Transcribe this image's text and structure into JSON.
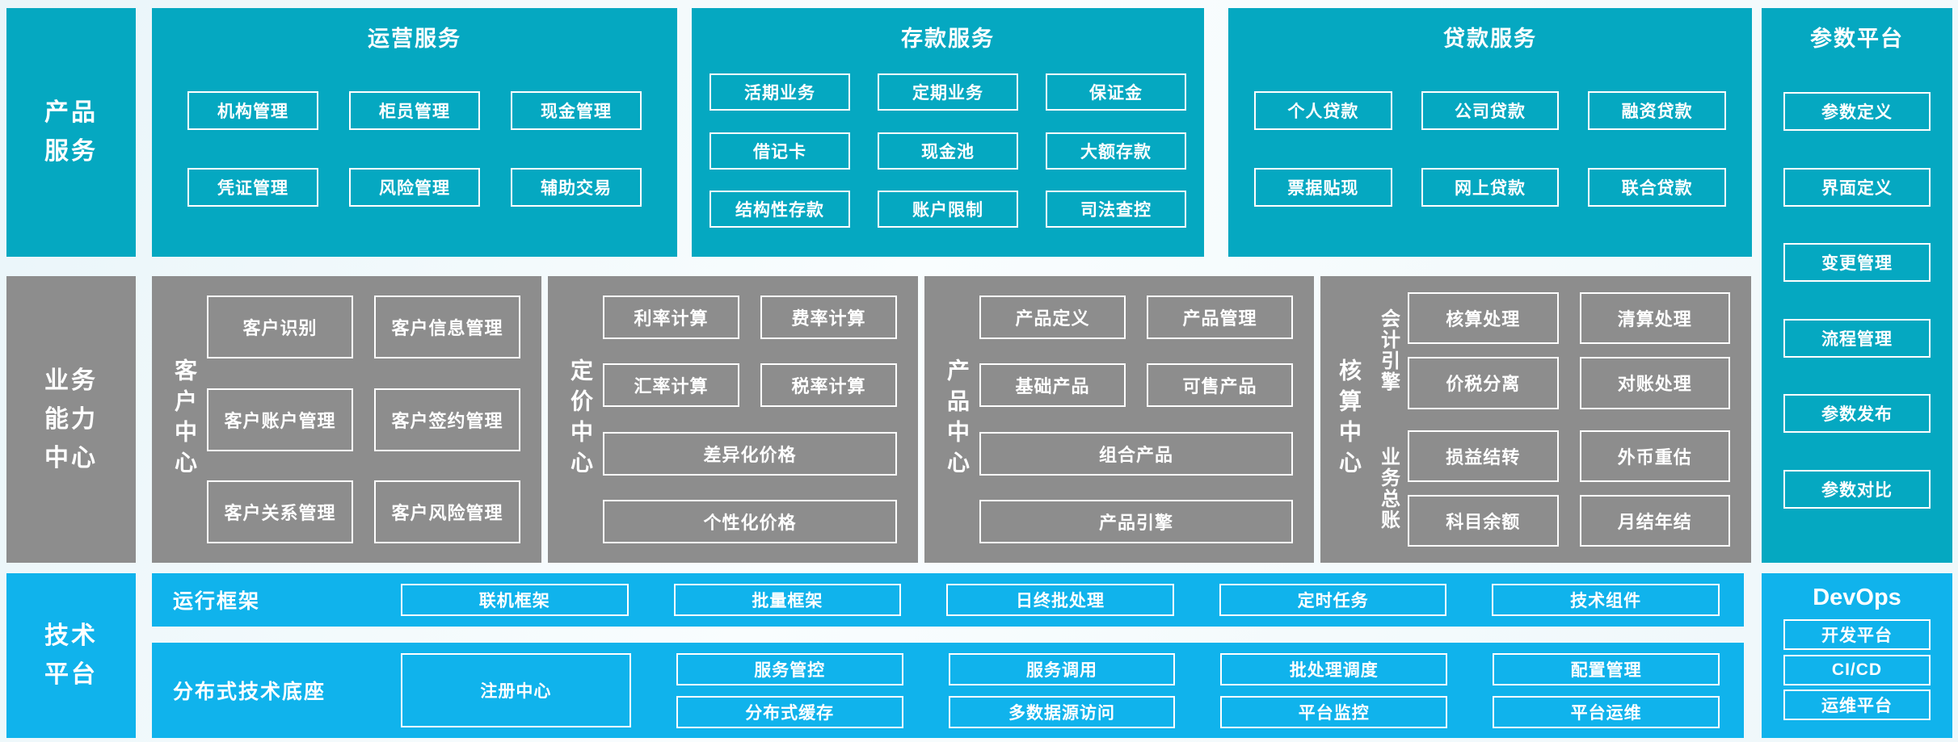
{
  "colors": {
    "teal": "#05a8c1",
    "gray": "#8d8d8d",
    "blue": "#10b3ec",
    "box_border": "#ffffff"
  },
  "product_services": {
    "label_lines": [
      "产品",
      "服务"
    ],
    "sections": [
      {
        "title": "运营服务",
        "rows": [
          [
            "机构管理",
            "柜员管理",
            "现金管理"
          ],
          [
            "凭证管理",
            "风险管理",
            "辅助交易"
          ]
        ]
      },
      {
        "title": "存款服务",
        "rows": [
          [
            "活期业务",
            "定期业务",
            "保证金"
          ],
          [
            "借记卡",
            "现金池",
            "大额存款"
          ],
          [
            "结构性存款",
            "账户限制",
            "司法查控"
          ]
        ]
      },
      {
        "title": "贷款服务",
        "rows": [
          [
            "个人贷款",
            "公司贷款",
            "融资贷款"
          ],
          [
            "票据贴现",
            "网上贷款",
            "联合贷款"
          ]
        ]
      }
    ]
  },
  "parameter_platform": {
    "title": "参数平台",
    "items": [
      "参数定义",
      "界面定义",
      "变更管理",
      "流程管理",
      "参数发布",
      "参数对比"
    ]
  },
  "business_capability": {
    "label_lines": [
      "业务",
      "能力",
      "中心"
    ],
    "centers": [
      {
        "label": "客户中心",
        "pairs": [
          [
            "客户识别",
            "客户信息管理"
          ],
          [
            "客户账户管理",
            "客户签约管理"
          ],
          [
            "客户关系管理",
            "客户风险管理"
          ]
        ]
      },
      {
        "label": "定价中心",
        "pairs": [
          [
            "利率计算",
            "费率计算"
          ],
          [
            "汇率计算",
            "税率计算"
          ]
        ],
        "full": [
          "差异化价格",
          "个性化价格"
        ]
      },
      {
        "label": "产品中心",
        "pairs": [
          [
            "产品定义",
            "产品管理"
          ],
          [
            "基础产品",
            "可售产品"
          ]
        ],
        "full": [
          "组合产品",
          "产品引擎"
        ]
      },
      {
        "label": "核算中心",
        "groups": [
          {
            "label": "会计引擎",
            "pairs": [
              [
                "核算处理",
                "清算处理"
              ],
              [
                "价税分离",
                "对账处理"
              ]
            ]
          },
          {
            "label": "业务总账",
            "pairs": [
              [
                "损益结转",
                "外币重估"
              ],
              [
                "科目余额",
                "月结年结"
              ]
            ]
          }
        ]
      }
    ]
  },
  "technology_platform": {
    "label_lines": [
      "技术",
      "平台"
    ],
    "runtime": {
      "label": "运行框架",
      "items": [
        "联机框架",
        "批量框架",
        "日终批处理",
        "定时任务",
        "技术组件"
      ]
    },
    "distributed": {
      "label": "分布式技术底座",
      "registry": "注册中心",
      "columns": [
        [
          "服务管控",
          "分布式缓存"
        ],
        [
          "服务调用",
          "多数据源访问"
        ],
        [
          "批处理调度",
          "平台监控"
        ],
        [
          "配置管理",
          "平台运维"
        ]
      ]
    }
  },
  "devops": {
    "title": "DevOps",
    "items": [
      "开发平台",
      "CI/CD",
      "运维平台"
    ]
  }
}
